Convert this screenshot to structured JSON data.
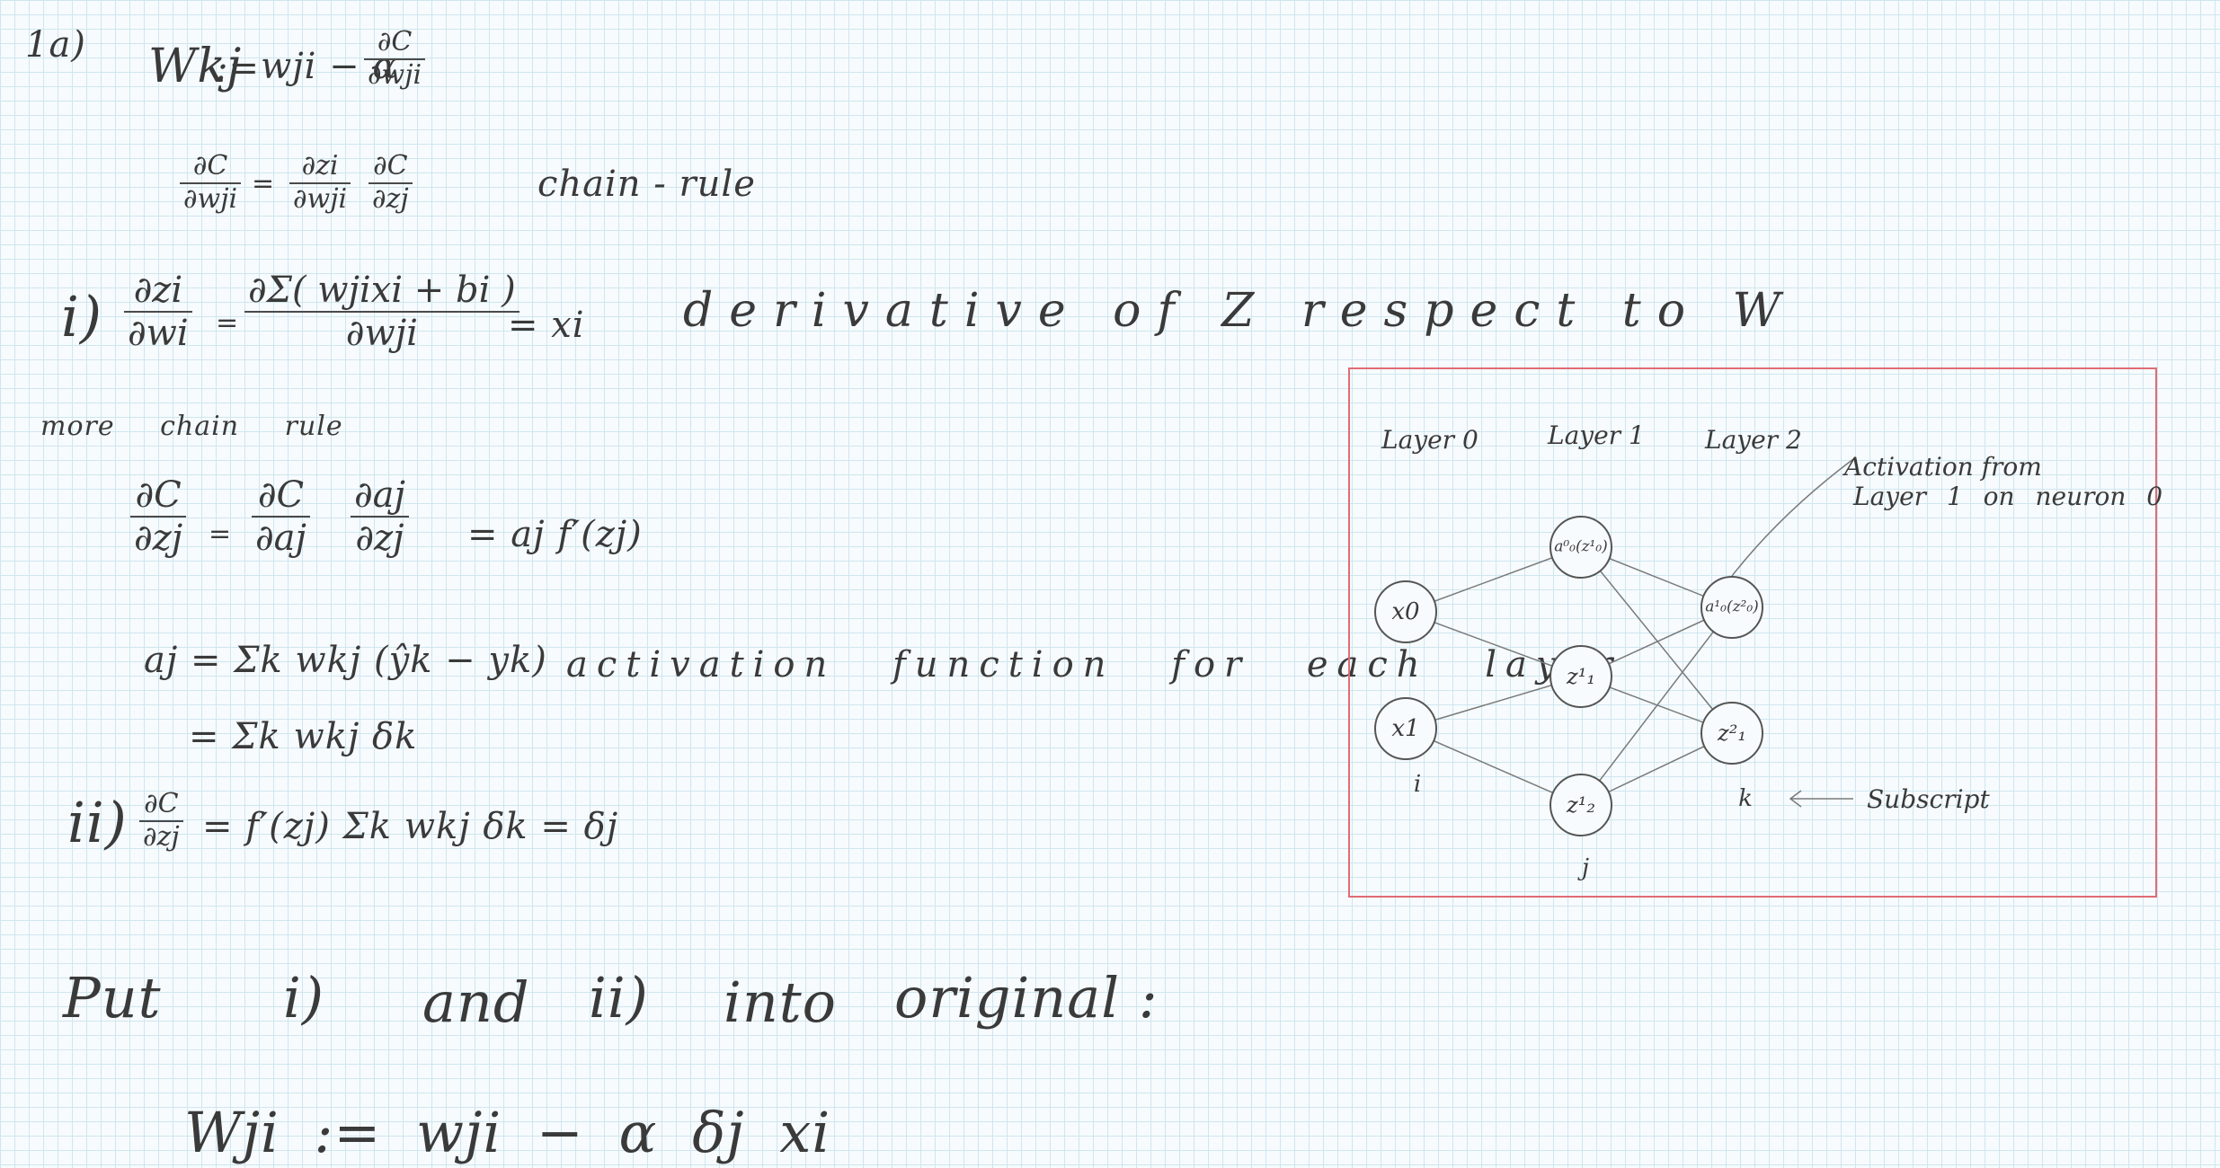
{
  "problem_label": "1a)",
  "line1": {
    "lhs": "Wkj",
    "assign": ":=",
    "rhs_start": "wji − α",
    "frac_num": "∂C",
    "frac_den": "∂wji"
  },
  "line2": {
    "lhs_num": "∂C",
    "lhs_den": "∂wji",
    "eq": "=",
    "f1_num": "∂zi",
    "f1_den": "∂wji",
    "f2_num": "∂C",
    "f2_den": "∂zj",
    "note": "chain - rule"
  },
  "part_i": {
    "label": "i)",
    "lhs_num": "∂zi",
    "lhs_den": "∂wi",
    "eq": "=",
    "rhs_num": "∂Σ( wjixi + bi )",
    "rhs_den": "∂wji",
    "result": "= xi",
    "note": "derivative of Z respect to W"
  },
  "more_chain_rule": "more chain rule",
  "line4": {
    "lhs_num": "∂C",
    "lhs_den": "∂zj",
    "eq": "=",
    "f1_num": "∂C",
    "f1_den": "∂aj",
    "f2_num": "∂aj",
    "f2_den": "∂zj",
    "result": "= aj f′(zj)"
  },
  "activation": {
    "line1": "aj = Σk wkj (ŷk − yk)",
    "note": "activation function for each layer",
    "line2": "= Σk wkj δk"
  },
  "part_ii": {
    "label": "ii)",
    "lhs_num": "∂C",
    "lhs_den": "∂zj",
    "rhs": "= f′(zj) Σk wkj δk = δj"
  },
  "put_line": {
    "put": "Put",
    "i": "i)",
    "and": "and",
    "ii": "ii)",
    "into": "into",
    "original": "original :"
  },
  "final": "Wji := wji − α δj xi",
  "diagram": {
    "layer0": "Layer 0",
    "layer1": "Layer 1",
    "layer2": "Layer 2",
    "nodes": {
      "x0": "x0",
      "x1": "x1",
      "a0": "a⁰₀(z¹₀)",
      "z1": "z¹₁",
      "z2": "z¹₂",
      "a1": "a¹₀(z²₀)",
      "z21": "z²₁"
    },
    "index_i": "i",
    "index_j": "j",
    "index_k": "k",
    "subscript_label": "Subscript",
    "annotation_line1": "Activation from",
    "annotation_line2": "Layer 1 on neuron 0"
  },
  "colors": {
    "ink": "#3a3a3a",
    "grid": "#cfe6ef",
    "paper": "#f7fbfd",
    "box": "#e06c75"
  }
}
